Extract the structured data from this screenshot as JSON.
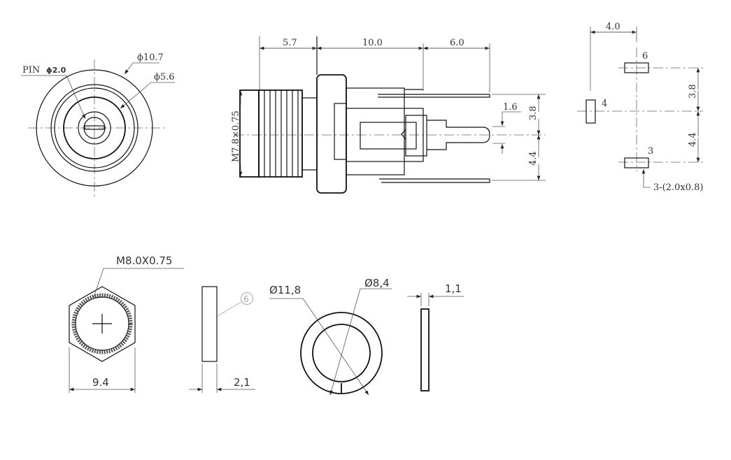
{
  "front_view": {
    "pin_label": "PIN",
    "pin_dia": "ϕ2.0",
    "outer_dia": "ϕ10.7",
    "inner_dia": "ϕ5.6"
  },
  "side_view": {
    "dim_a": "5.7",
    "dim_b": "10.0",
    "dim_c": "6.0",
    "thread": "M7.8×0.75",
    "pin_offset": "1.6",
    "upper": "3.8",
    "lower": "4.4"
  },
  "pad_view": {
    "dim_width": "4.0",
    "pad_6": "6",
    "pad_4": "4",
    "pad_3": "3",
    "upper": "3.8",
    "lower": "4.4",
    "pad_size": "3-(2.0x0.8)"
  },
  "nut": {
    "thread": "M8.0X0.75",
    "width": "9.4",
    "thickness": "2,1",
    "item": "6"
  },
  "washer": {
    "outer": "Ø11,8",
    "inner": "Ø8,4",
    "thickness": "1,1"
  }
}
